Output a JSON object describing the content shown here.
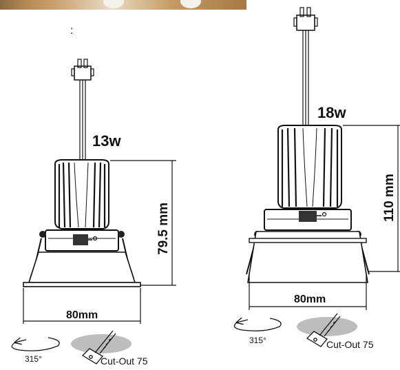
{
  "header": {
    "colon": ":"
  },
  "left": {
    "wattage": "13w",
    "height": "79.5 mm",
    "width": "80mm",
    "rotation": "315°",
    "cutout": "Cut-Out 75"
  },
  "right": {
    "wattage": "18w",
    "height": "110 mm",
    "width": "80mm",
    "rotation": "315°",
    "cutout": "Cut-Out 75"
  }
}
